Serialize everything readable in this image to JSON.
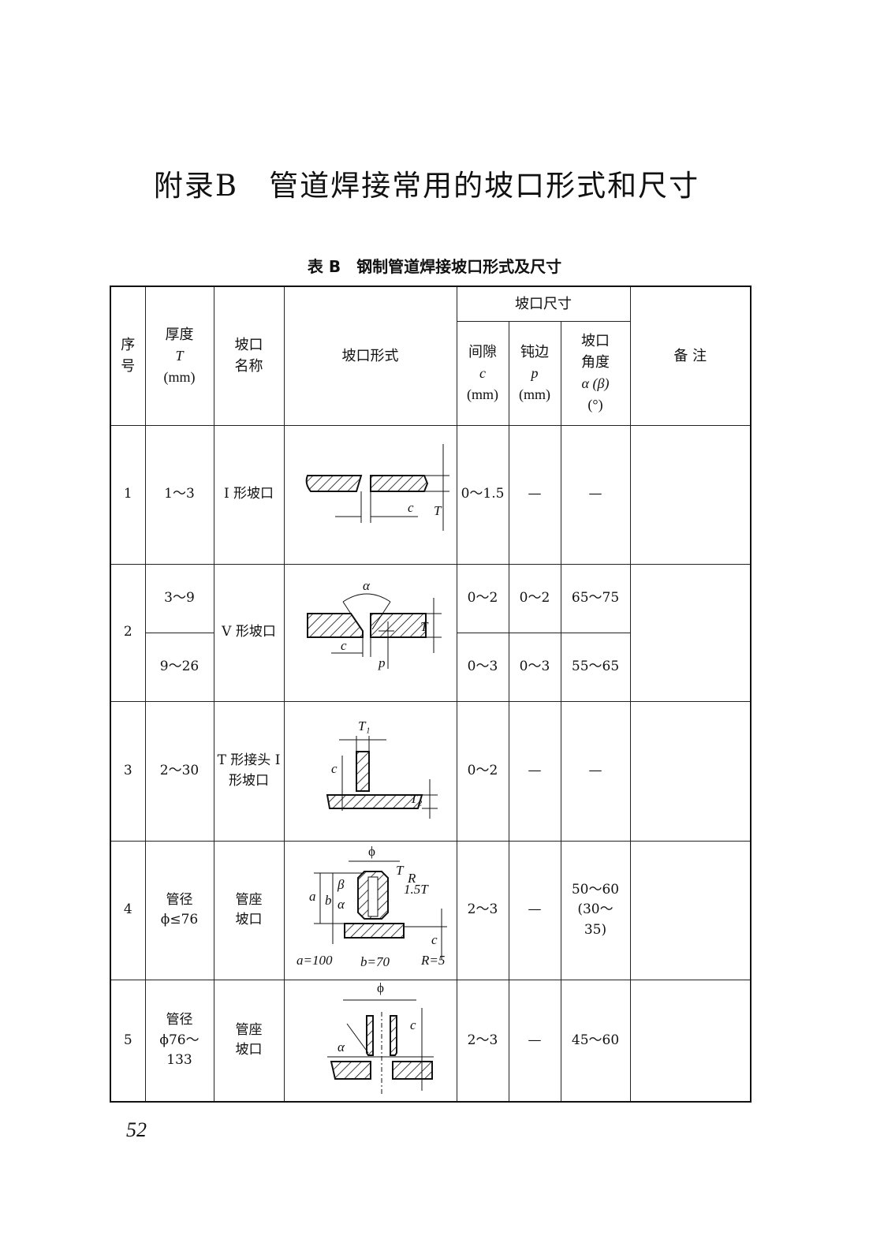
{
  "page": {
    "title": "附录B　管道焊接常用的坡口形式和尺寸",
    "page_number": "52"
  },
  "table": {
    "caption": "表 B　钢制管道焊接坡口形式及尺寸",
    "headers": {
      "index": "序号",
      "thickness": "厚度",
      "thickness_symbol": "T",
      "thickness_unit": "(mm)",
      "groove_name": "坡口名称",
      "groove_form": "坡口形式",
      "groove_dims": "坡口尺寸",
      "gap": "间隙",
      "gap_symbol": "c",
      "gap_unit": "(mm)",
      "root_face": "钝边",
      "root_face_symbol": "p",
      "root_face_unit": "(mm)",
      "angle": "坡口角度",
      "angle_symbol": "α (β)",
      "angle_unit": "(°)",
      "remarks": "备 注"
    },
    "rows": [
      {
        "index": "1",
        "thickness": "1～3",
        "name": "I 形坡口",
        "gap": "0～1.5",
        "root_face": "—",
        "angle": "—",
        "diagram_labels": {
          "c": "c",
          "T": "T"
        }
      },
      {
        "index": "2",
        "name": "V 形坡口",
        "sub": [
          {
            "thickness": "3～9",
            "gap": "0～2",
            "root_face": "0～2",
            "angle": "65～75"
          },
          {
            "thickness": "9～26",
            "gap": "0～3",
            "root_face": "0～3",
            "angle": "55～65"
          }
        ],
        "diagram_labels": {
          "alpha": "α",
          "T": "T",
          "c": "c",
          "p": "p"
        }
      },
      {
        "index": "3",
        "thickness": "2～30",
        "name": "T 形接头 I 形坡口",
        "gap": "0～2",
        "root_face": "—",
        "angle": "—",
        "diagram_labels": {
          "T1": "T₁",
          "T2": "T₂",
          "c": "c"
        }
      },
      {
        "index": "4",
        "thickness": "管径 ϕ≤76",
        "name": "管座坡口",
        "gap": "2～3",
        "root_face": "—",
        "angle": "50～60 (30～35)",
        "diagram_labels": {
          "phi": "ϕ",
          "T": "T",
          "R": "R",
          "r": "1.5T",
          "a": "a",
          "b": "b",
          "beta": "β",
          "alpha": "α",
          "c": "c"
        },
        "diagram_notes": [
          "a=100",
          "b=70",
          "R=5"
        ]
      },
      {
        "index": "5",
        "thickness": "管径 ϕ76～133",
        "name": "管座坡口",
        "gap": "2～3",
        "root_face": "—",
        "angle": "45～60",
        "diagram_labels": {
          "phi": "ϕ",
          "alpha": "α",
          "c": "c"
        }
      }
    ]
  }
}
